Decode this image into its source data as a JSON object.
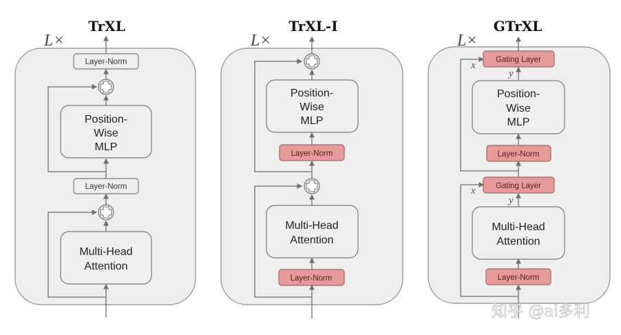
{
  "diagram": {
    "repeat_label": "L×",
    "panels": [
      {
        "title": "TrXL",
        "blocks": {
          "top_norm": "Layer-Norm",
          "mlp": [
            "Position-",
            "Wise",
            "MLP"
          ],
          "mid_norm": "Layer-Norm",
          "attention": [
            "Multi-Head",
            "Attention"
          ]
        },
        "layer_norm_style": "plain"
      },
      {
        "title": "TrXL-I",
        "blocks": {
          "mlp": [
            "Position-",
            "Wise",
            "MLP"
          ],
          "mlp_norm": "Layer-Norm",
          "attention": [
            "Multi-Head",
            "Attention"
          ],
          "attn_norm": "Layer-Norm"
        },
        "layer_norm_style": "highlighted"
      },
      {
        "title": "GTrXL",
        "blocks": {
          "top_gate": "Gating Layer",
          "mlp": [
            "Position-",
            "Wise",
            "MLP"
          ],
          "mlp_norm": "Layer-Norm",
          "mid_gate": "Gating Layer",
          "attention": [
            "Multi-Head",
            "Attention"
          ],
          "attn_norm": "Layer-Norm"
        },
        "gate_inputs": {
          "skip": "x",
          "residual": "y"
        },
        "layer_norm_style": "highlighted"
      }
    ],
    "colors": {
      "panel_fill": "#eeeeee",
      "highlight_fill": "#e69a9a",
      "line": "#6f6f6f"
    }
  },
  "watermark": "知乎 @ai多利"
}
